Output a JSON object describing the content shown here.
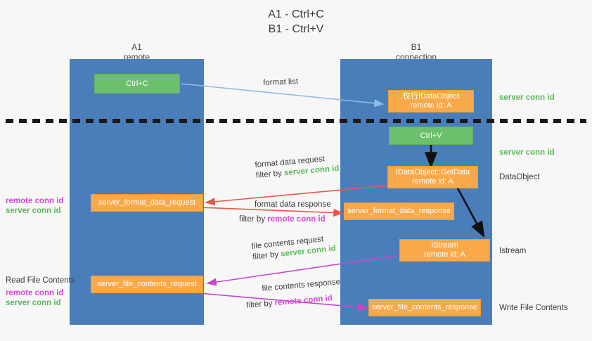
{
  "title": {
    "line1": "A1 - Ctrl+C",
    "line2": "B1 - Ctrl+V"
  },
  "colors": {
    "lane": "#4a7ebb",
    "green_box": "#6cc06c",
    "orange_box": "#f9a94a",
    "server_conn_id": "#5cb85c",
    "remote_conn_id": "#d24bd2",
    "arrow_blue": "#8fbce6",
    "arrow_red": "#e8574a",
    "arrow_magenta": "#cc44cc",
    "arrow_black": "#111111",
    "background": "#f7f7f7"
  },
  "columns": [
    {
      "name": "A1",
      "sub": "remote"
    },
    {
      "name": "B1",
      "sub": "connection"
    }
  ],
  "boxes": {
    "ctrl_c": {
      "line1": "Ctrl+C"
    },
    "ctrl_v": {
      "line1": "Ctrl+V"
    },
    "idataobject": {
      "line1": "仅行IDataObject",
      "line2": "remote id: A"
    },
    "getdata": {
      "line1": "IDataObject::GetData",
      "line2": "remote id: A"
    },
    "istream": {
      "line1": "IStream",
      "line2": "remote id: A"
    },
    "server_format_data_request": {
      "line1": "server_format_data_request"
    },
    "server_format_data_response": {
      "line1": "server_format_data_response"
    },
    "server_file_contents_request": {
      "line1": "server_file_contents_request"
    },
    "server_file_contents_response": {
      "line1": "server_file_contents_response"
    }
  },
  "arrow_labels": {
    "format_list": {
      "text": "format list"
    },
    "format_data_request": {
      "line1": "format data request",
      "filter_prefix": "filter by ",
      "filter_value": "server conn id"
    },
    "format_data_response": {
      "line1": "format data response",
      "filter_prefix": "filter by ",
      "filter_value": "remote conn id"
    },
    "file_contents_request": {
      "line1": "file contents request",
      "filter_prefix": "filter by ",
      "filter_value": "server conn id"
    },
    "file_contents_response": {
      "line1": "file contents response",
      "filter_prefix": "filter by ",
      "filter_value": "remote conn id"
    }
  },
  "right_labels": {
    "server_conn_id_top": "server conn id",
    "server_conn_id_second": "server conn id",
    "dataobject": "DataObject",
    "istream": "Istream",
    "write_file_contents": "Write File Contents"
  },
  "left_labels": {
    "remote_conn_id_1": "remote conn id",
    "server_conn_id_1": "server conn id",
    "read_file_contents": "Read File Contents",
    "remote_conn_id_2": "remote conn id",
    "server_conn_id_2": "server conn id"
  }
}
